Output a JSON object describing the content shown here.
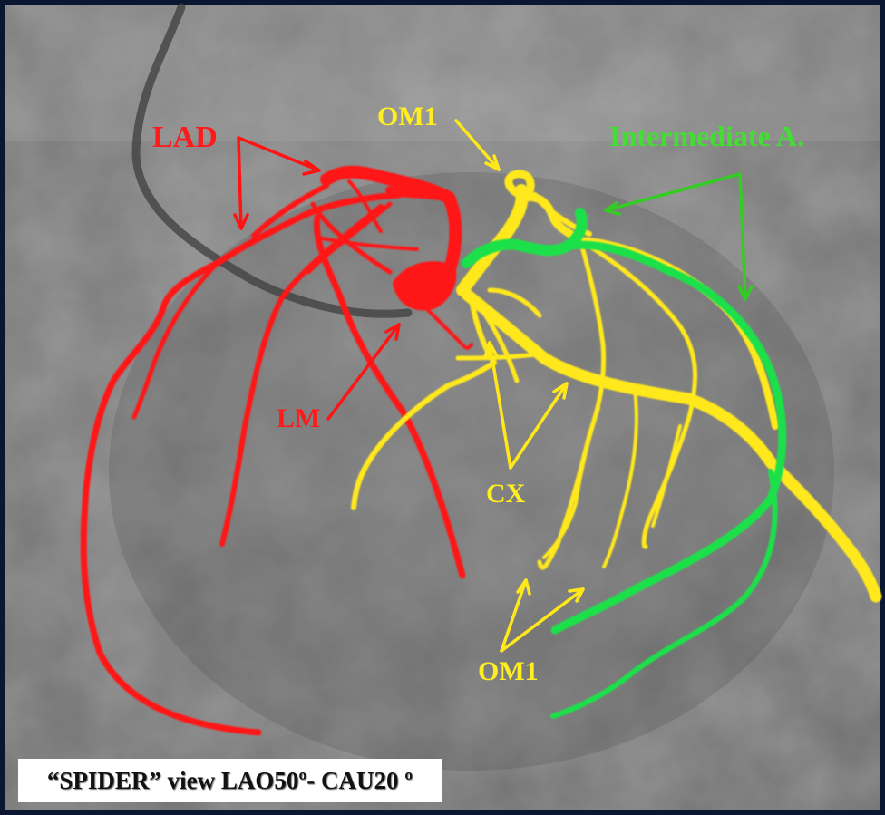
{
  "figure": {
    "type": "coronary angiogram with annotated vessels",
    "caption": "“SPIDER” view LAO50º- CAU20 º"
  },
  "labels": {
    "lad": {
      "text": "LAD",
      "color": "#ff1a1a"
    },
    "lm": {
      "text": "LM",
      "color": "#ff1a1a"
    },
    "om1_top": {
      "text": "OM1",
      "color": "#ffee22"
    },
    "cx": {
      "text": "CX",
      "color": "#ffee22"
    },
    "om1_bottom": {
      "text": "OM1",
      "color": "#ffee22"
    },
    "intermediate": {
      "text": "Intermediate A.",
      "color": "#33dd33"
    }
  },
  "colors": {
    "lad_system": "#ff1a1a",
    "cx_system": "#ffee22",
    "intermediate_artery": "#22dd44",
    "background_dark": "#0b1730",
    "fluoro_gray": "#8a8a8a"
  }
}
